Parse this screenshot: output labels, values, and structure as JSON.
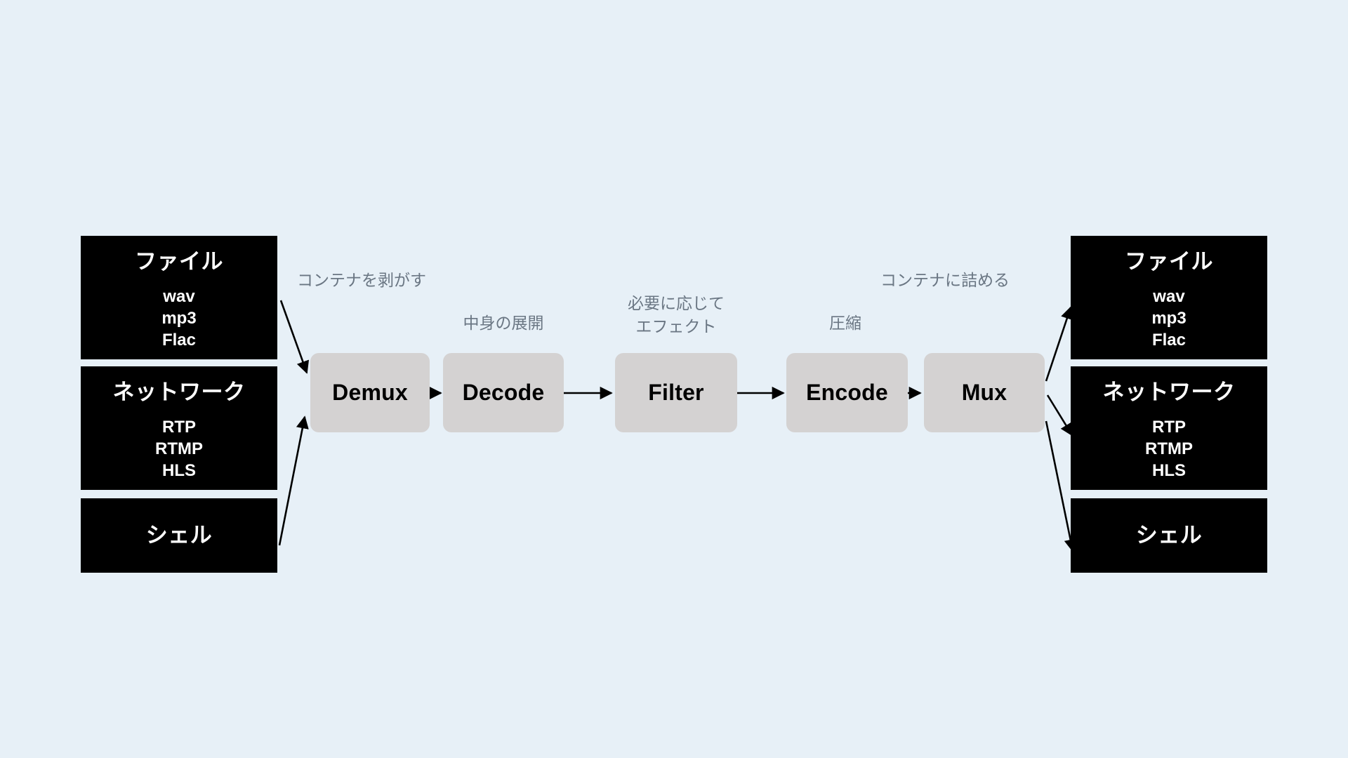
{
  "canvas": {
    "background_color": "#e7f0f7",
    "process_fill_color": "#d4d2d2",
    "endpoint_fill_color": "#000000",
    "note_color": "#6a7683",
    "arrow_color": "#000000"
  },
  "inputs": [
    {
      "id": "input-file",
      "title": "ファイル",
      "items": [
        "wav",
        "mp3",
        "Flac"
      ]
    },
    {
      "id": "input-network",
      "title": "ネットワーク",
      "items": [
        "RTP",
        "RTMP",
        "HLS"
      ]
    },
    {
      "id": "input-shell",
      "title": "シェル",
      "items": []
    }
  ],
  "pipeline": [
    {
      "id": "stage-demux",
      "label": "Demux"
    },
    {
      "id": "stage-decode",
      "label": "Decode"
    },
    {
      "id": "stage-filter",
      "label": "Filter"
    },
    {
      "id": "stage-encode",
      "label": "Encode"
    },
    {
      "id": "stage-mux",
      "label": "Mux"
    }
  ],
  "notes": [
    {
      "id": "note-demux",
      "text": "コンテナを剥がす"
    },
    {
      "id": "note-decode",
      "text": "中身の展開"
    },
    {
      "id": "note-filter",
      "text": "必要に応じて\nエフェクト"
    },
    {
      "id": "note-encode",
      "text": "圧縮"
    },
    {
      "id": "note-mux",
      "text": "コンテナに詰める"
    }
  ],
  "outputs": [
    {
      "id": "output-file",
      "title": "ファイル",
      "items": [
        "wav",
        "mp3",
        "Flac"
      ]
    },
    {
      "id": "output-network",
      "title": "ネットワーク",
      "items": [
        "RTP",
        "RTMP",
        "HLS"
      ]
    },
    {
      "id": "output-shell",
      "title": "シェル",
      "items": []
    }
  ]
}
